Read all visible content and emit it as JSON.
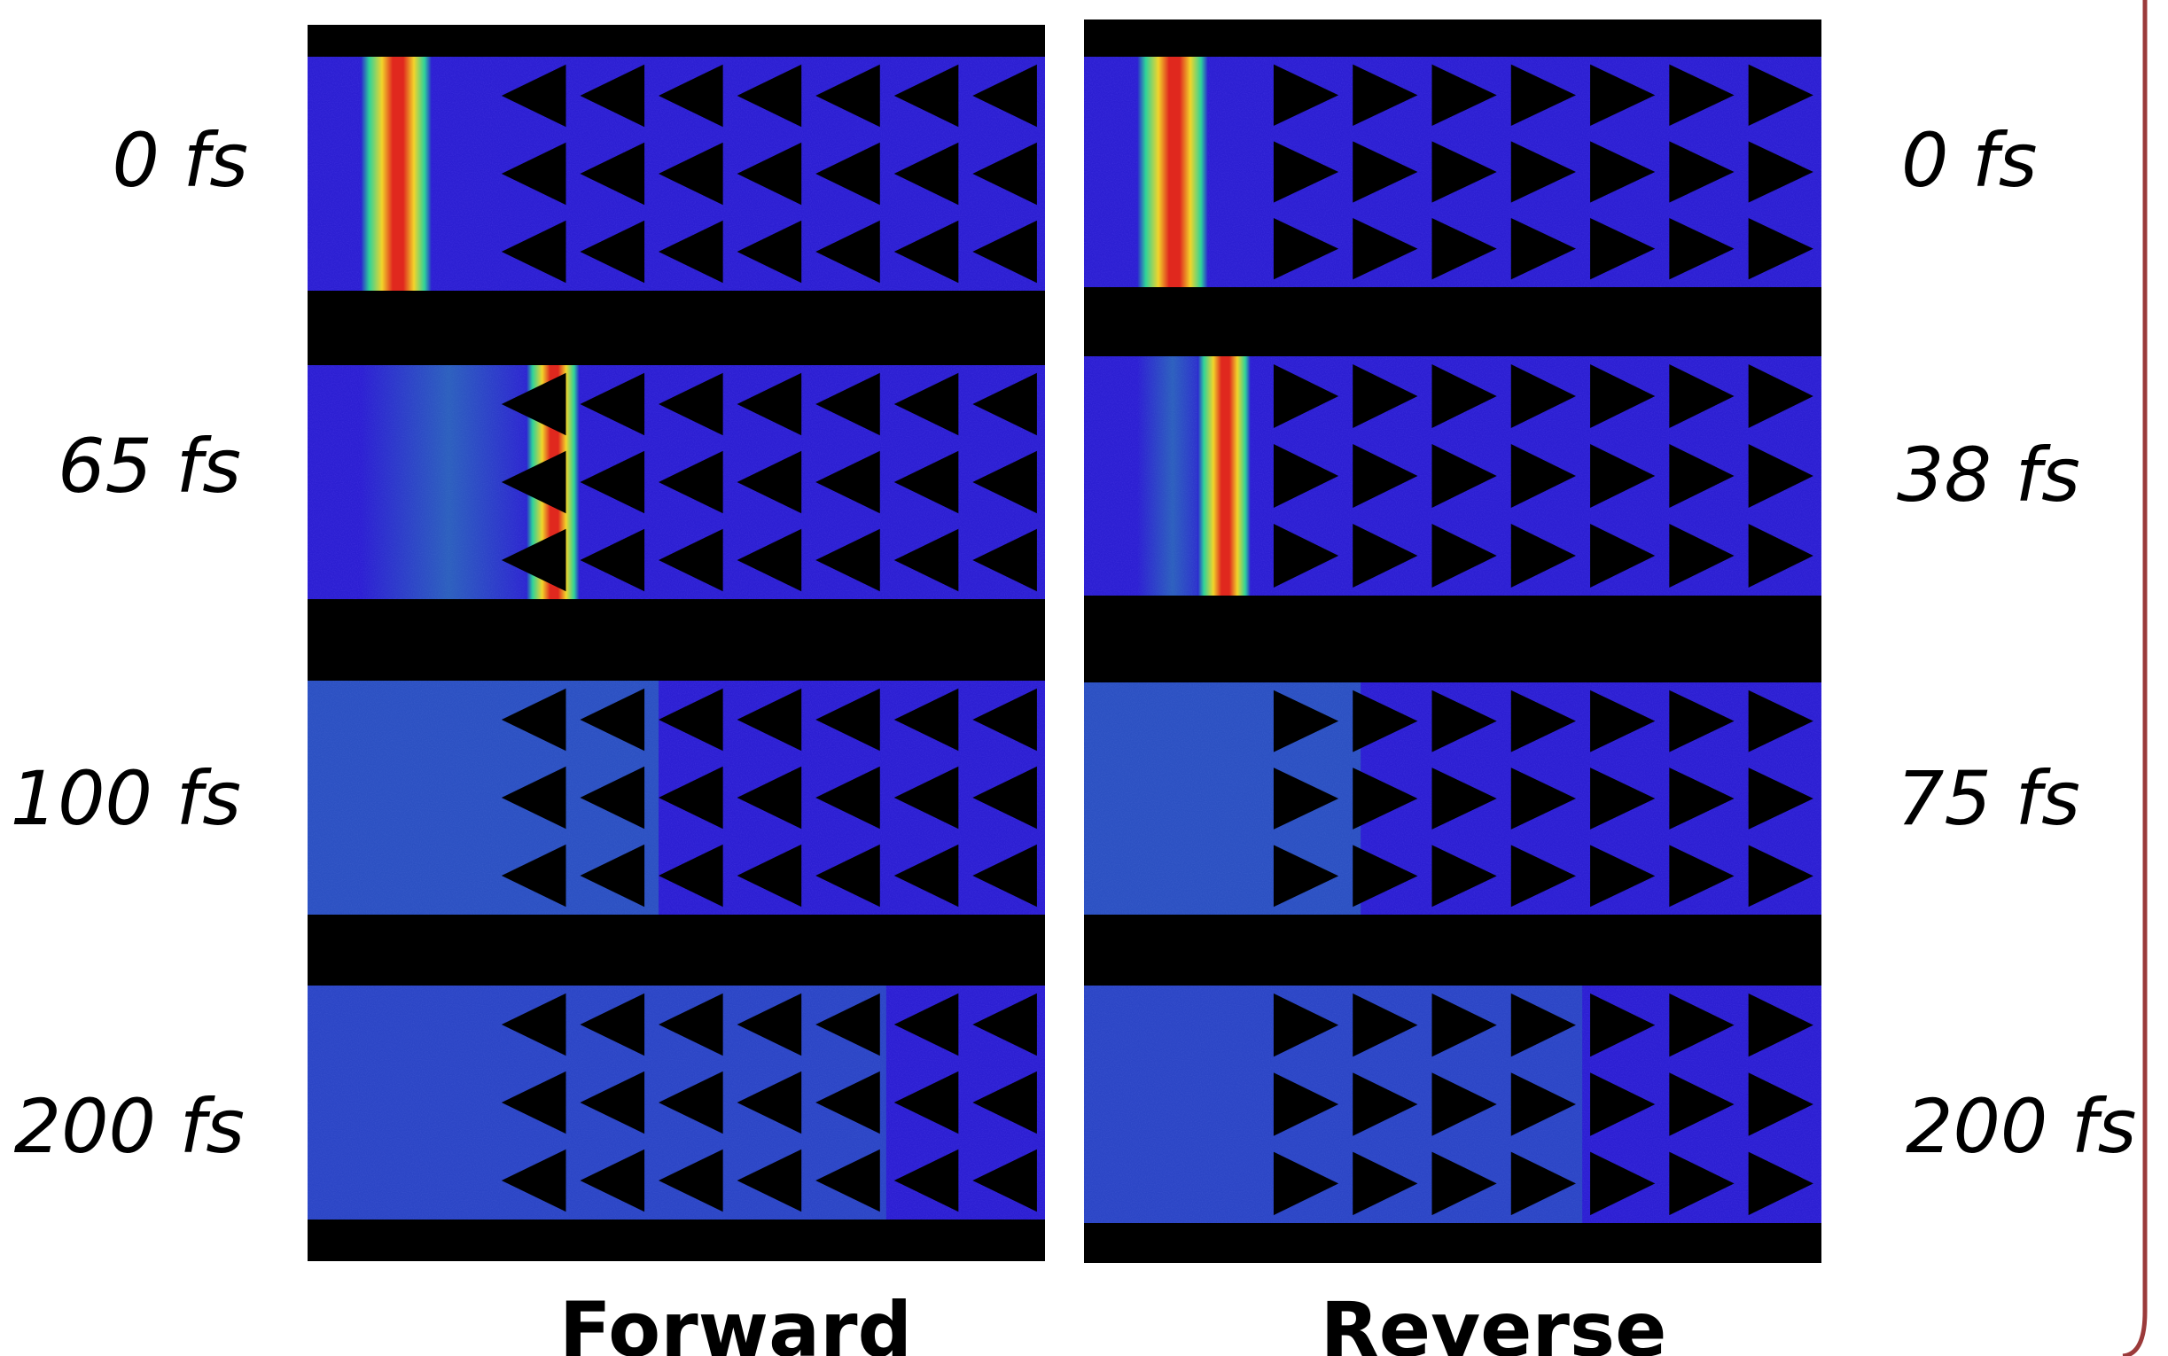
{
  "columns": [
    {
      "label": "Forward",
      "pointing": "left",
      "times": [
        "0 fs",
        "65 fs",
        "100 fs",
        "200 fs"
      ],
      "wave_stage": [
        0,
        1,
        2,
        3
      ]
    },
    {
      "label": "Reverse",
      "pointing": "right",
      "times": [
        "0 fs",
        "38 fs",
        "75 fs",
        "200 fs"
      ],
      "wave_stage": [
        0,
        1,
        2,
        3
      ]
    }
  ],
  "colors": {
    "background": "#ffffff",
    "border": "#9b3a3a",
    "frame": "#000000",
    "lattice": "#2c1fd2",
    "hot": "#e0281e",
    "warm": "#f2d42a",
    "cool": "#2ed39a"
  }
}
